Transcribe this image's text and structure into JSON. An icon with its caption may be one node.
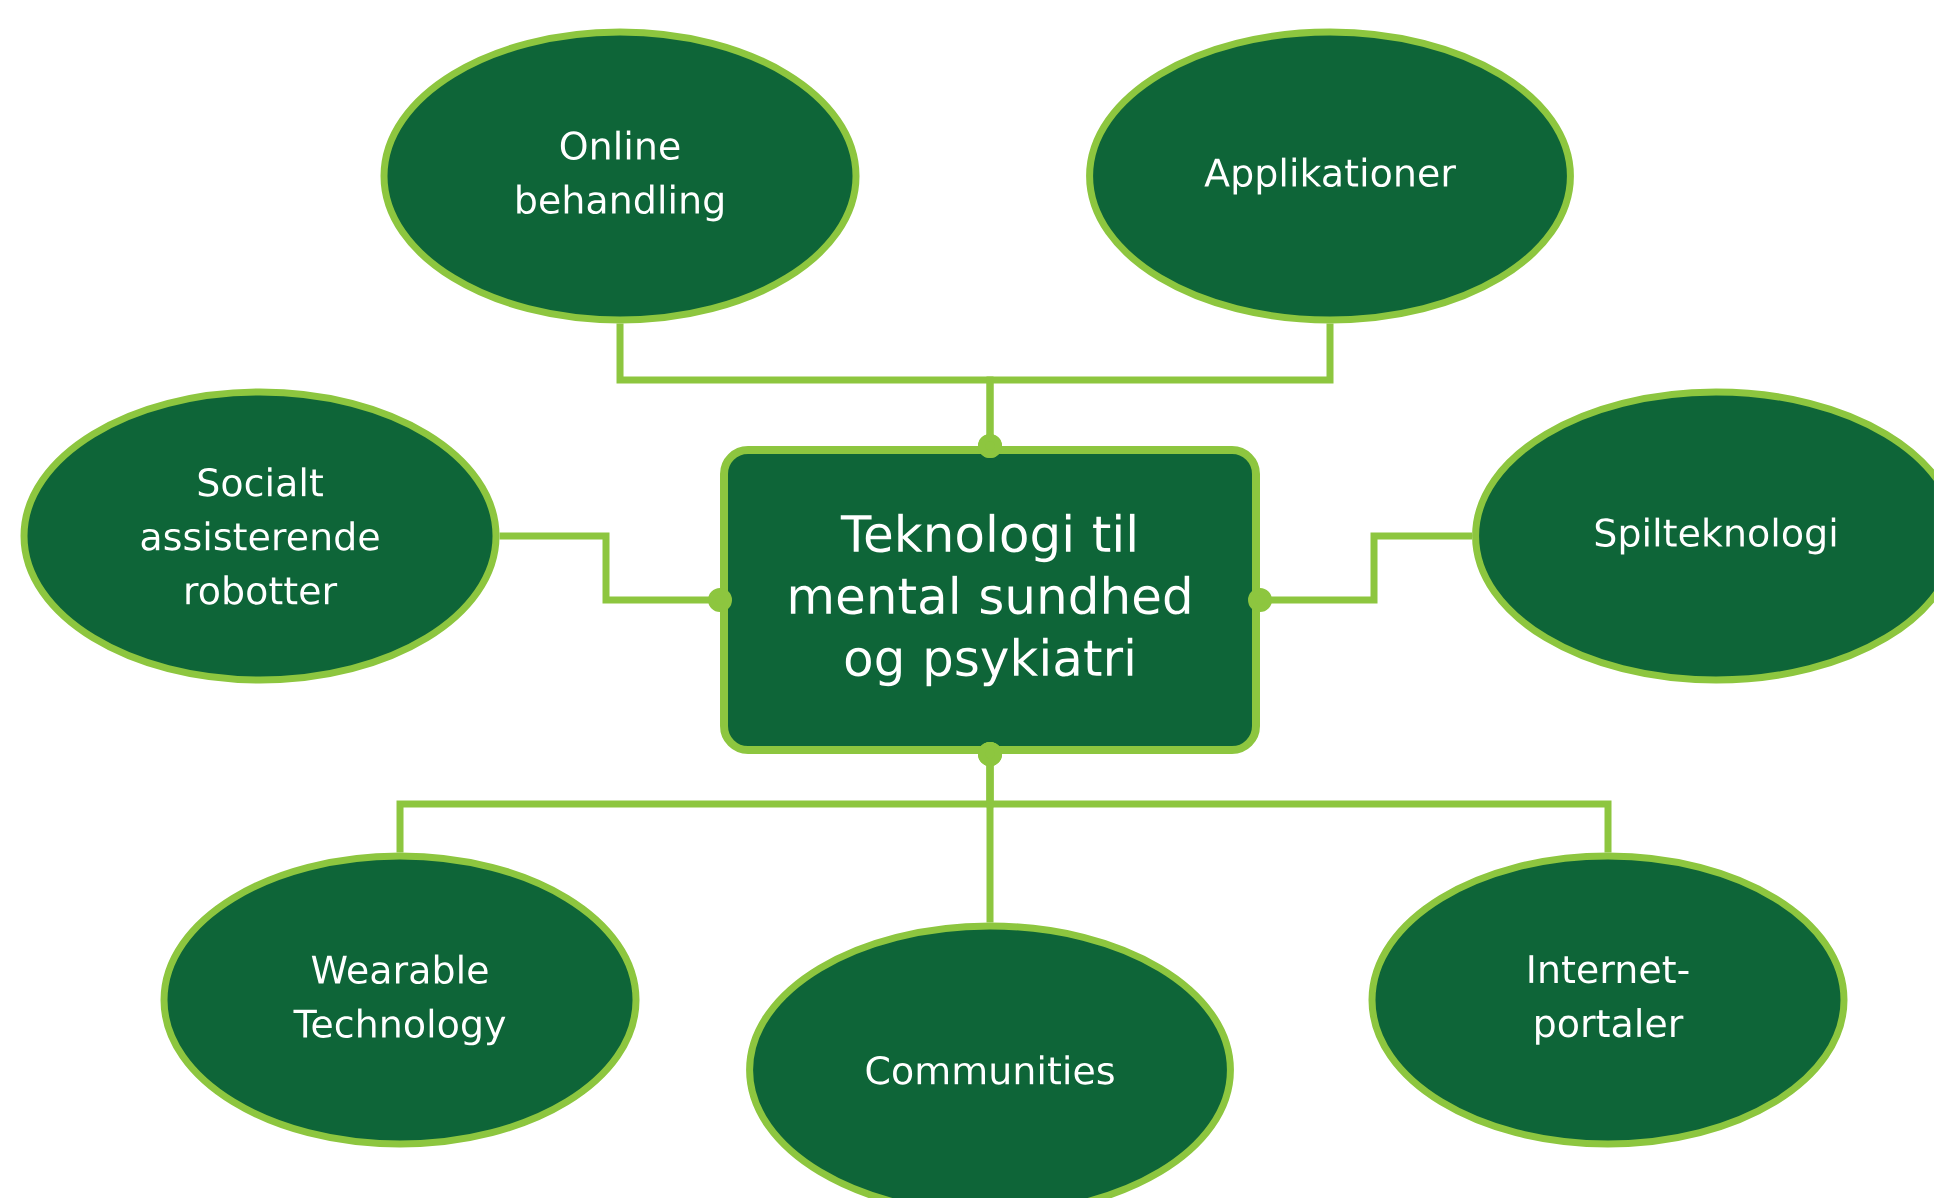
{
  "diagram": {
    "nodes": [
      {
        "text": [
          "Teknologi til mental sundhed og psykiatri"
        ]
      },
      {
        "text": [
          "Online behandling"
        ]
      },
      {
        "text": [
          "Applikationer"
        ]
      },
      {
        "text": [
          "Socialt assisterende robotter"
        ]
      },
      {
        "text": [
          "Spilteknologi"
        ]
      },
      {
        "text": [
          "Wearable Technology"
        ]
      },
      {
        "text": [
          "Communities"
        ]
      },
      {
        "text": [
          "Internet-portaler"
        ]
      }
    ],
    "edges": [
      {
        "from": 0,
        "to": 1,
        "arrow": "other"
      },
      {
        "from": 0,
        "to": 2,
        "arrow": "other"
      },
      {
        "from": 0,
        "to": 3,
        "arrow": "other"
      },
      {
        "from": 0,
        "to": 4,
        "arrow": "other"
      },
      {
        "from": 0,
        "to": 5,
        "arrow": "other"
      },
      {
        "from": 0,
        "to": 6,
        "arrow": "other"
      },
      {
        "from": 0,
        "to": 7,
        "arrow": "other"
      }
    ]
  }
}
